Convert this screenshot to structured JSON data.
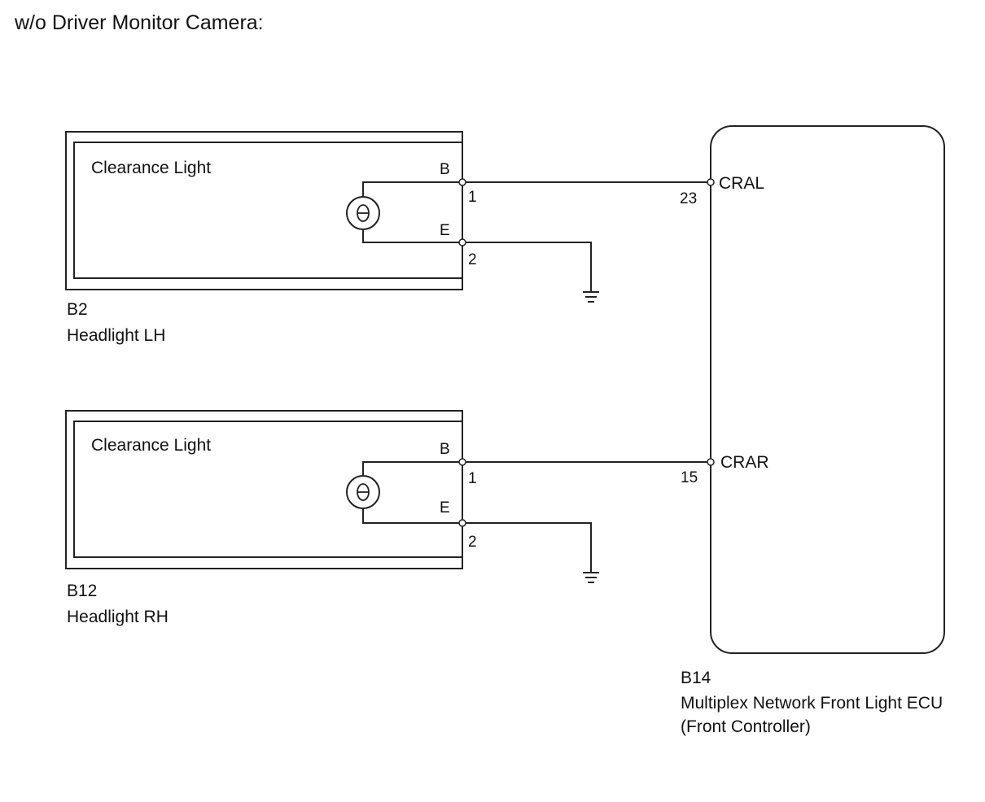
{
  "title": "w/o Driver Monitor Camera:",
  "colors": {
    "line": "#222222",
    "text": "#111111",
    "background": "#ffffff"
  },
  "left_components": [
    {
      "code": "B2",
      "name": "Headlight LH",
      "inner_label": "Clearance Light",
      "icon": "bulb-icon",
      "terminals": [
        {
          "name": "B",
          "pin": "1"
        },
        {
          "name": "E",
          "pin": "2"
        }
      ],
      "ground_icon": "ground-icon"
    },
    {
      "code": "B12",
      "name": "Headlight RH",
      "inner_label": "Clearance Light",
      "icon": "bulb-icon",
      "terminals": [
        {
          "name": "B",
          "pin": "1"
        },
        {
          "name": "E",
          "pin": "2"
        }
      ],
      "ground_icon": "ground-icon"
    }
  ],
  "ecu": {
    "code": "B14",
    "name": "Multiplex Network Front Light ECU",
    "subname": "(Front Controller)",
    "terminals": [
      {
        "name": "CRAL",
        "pin": "23"
      },
      {
        "name": "CRAR",
        "pin": "15"
      }
    ]
  }
}
